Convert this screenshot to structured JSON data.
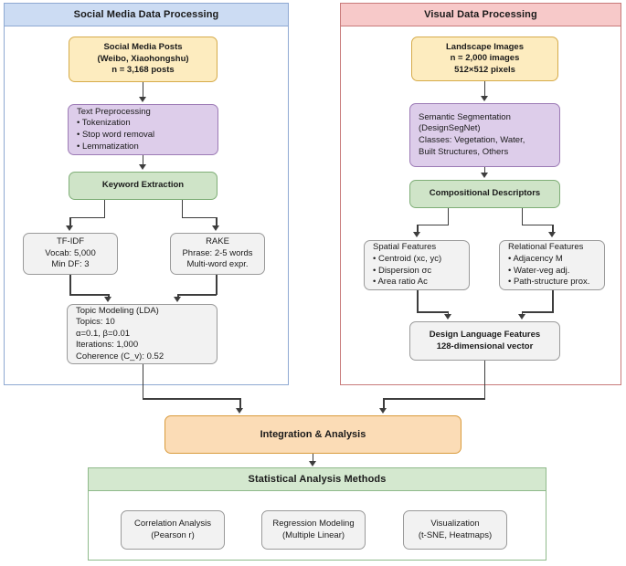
{
  "panels": {
    "social": {
      "title": "Social Media Data Processing",
      "accent": "#8ea9d2",
      "header_fill": "#ccdcf3"
    },
    "visual": {
      "title": "Visual Data Processing",
      "accent": "#c87a7a",
      "header_fill": "#f7c9c9"
    },
    "stats": {
      "title": "Statistical Analysis Methods",
      "accent": "#8fba8b",
      "header_fill": "#d4e8cf"
    }
  },
  "nodes": {
    "social_posts": {
      "line1": "Social Media Posts",
      "line2": "(Weibo, Xiaohongshu)",
      "line3": "n = 3,168 posts",
      "fill": "#fdecbf"
    },
    "text_preprocessing": {
      "line1": "Text Preprocessing",
      "line2": "• Tokenization",
      "line3": "• Stop word removal",
      "line4": "• Lemmatization",
      "fill": "#ddcdea"
    },
    "keyword_extraction": {
      "line1": "Keyword Extraction",
      "fill": "#cfe4c8"
    },
    "tfidf": {
      "line1": "TF-IDF",
      "line2": "Vocab: 5,000",
      "line3": "Min DF: 3",
      "fill": "#f2f2f2"
    },
    "rake": {
      "line1": "RAKE",
      "line2": "Phrase: 2-5 words",
      "line3": "Multi-word expr.",
      "fill": "#f2f2f2"
    },
    "topic_modeling": {
      "line1": "Topic Modeling (LDA)",
      "line2": "Topics: 10",
      "line3": "α=0.1, β=0.01",
      "line4": "Iterations: 1,000",
      "line5": "Coherence (C_v): 0.52",
      "fill": "#f2f2f2"
    },
    "landscape_images": {
      "line1": "Landscape Images",
      "line2": "n = 2,000 images",
      "line3": "512×512 pixels",
      "fill": "#fdecbf"
    },
    "semantic_segmentation": {
      "line1": "Semantic Segmentation",
      "line2": "(DesignSegNet)",
      "line3": "Classes: Vegetation, Water,",
      "line4": "Built Structures, Others",
      "fill": "#ddcdea"
    },
    "compositional_descriptors": {
      "line1": "Compositional Descriptors",
      "fill": "#cfe4c8"
    },
    "spatial_features": {
      "line1": "Spatial Features",
      "line2": "• Centroid (xc, yc)",
      "line3": "• Dispersion σc",
      "line4": "• Area ratio Ac",
      "fill": "#f2f2f2"
    },
    "relational_features": {
      "line1": "Relational Features",
      "line2": "• Adjacency M",
      "line3": "• Water-veg adj.",
      "line4": "• Path-structure prox.",
      "fill": "#f2f2f2"
    },
    "design_language_features": {
      "line1": "Design Language Features",
      "line2": "128-dimensional vector",
      "fill": "#f2f2f2"
    },
    "integration": {
      "line1": "Integration & Analysis",
      "fill": "#fbdcb6"
    },
    "correlation_analysis": {
      "line1": "Correlation Analysis",
      "line2": "(Pearson r)",
      "fill": "#f2f2f2"
    },
    "regression_modeling": {
      "line1": "Regression Modeling",
      "line2": "(Multiple Linear)",
      "fill": "#f2f2f2"
    },
    "visualization": {
      "line1": "Visualization",
      "line2": "(t-SNE, Heatmaps)",
      "fill": "#f2f2f2"
    }
  }
}
